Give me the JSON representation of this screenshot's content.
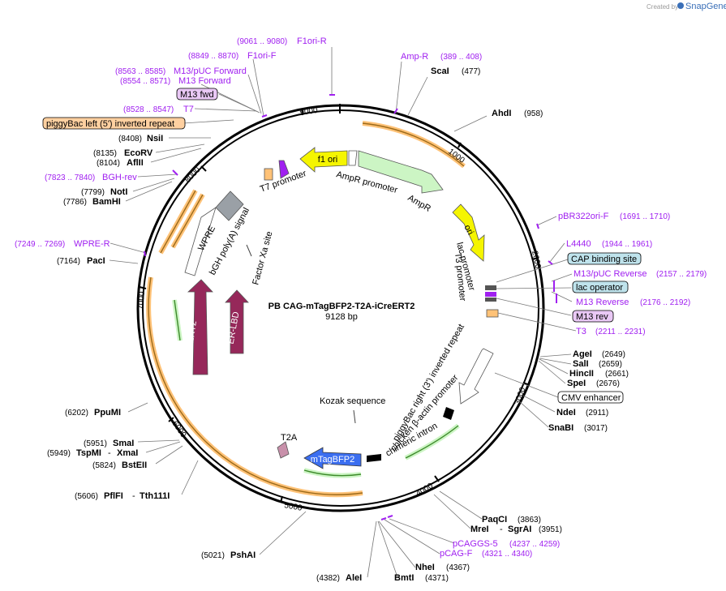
{
  "credit": {
    "prefix": "Created by",
    "brand": "SnapGene"
  },
  "plasmid": {
    "name": "PB CAG-mTagBFP2-T2A-iCreERT2",
    "size": "9128 bp"
  },
  "ticks": [
    "1000",
    "2000",
    "3000",
    "4000",
    "5000",
    "6000",
    "7000",
    "8000",
    "9000"
  ],
  "features": {
    "f1ori": "f1 ori",
    "ampr_promoter": "AmpR promoter",
    "ampr": "AmpR",
    "ori": "ori",
    "lac_promoter": "lac promoter",
    "t3_promoter": "T3 promoter",
    "piggybac_right": "piggyBac right (3') inverted repeat",
    "chicken_bactin": "chicken β-actin promoter",
    "chimeric_intron": "chimeric intron",
    "kozak": "Kozak sequence",
    "mtagbfp2": "mTagBFP2",
    "t2a": "T2A",
    "ert2": "ERT2",
    "er_lbd": "ER-LBD",
    "factor_xa": "Factor Xa site",
    "bgh_polya": "bGH poly(A) signal",
    "wpre": "WPRE",
    "t7_promoter": "T7 promoter",
    "cmv_enhancer": "CMV enhancer",
    "cap_binding": "CAP binding site",
    "lac_operator": "lac operator",
    "m13_rev": "M13 rev",
    "m13_fwd": "M13 fwd",
    "piggybac_left": "piggyBac left (5') inverted repeat"
  },
  "primers": {
    "f1ori_r": {
      "name": "F1ori-R",
      "range": "(9061 .. 9080)"
    },
    "f1ori_f": {
      "name": "F1ori-F",
      "range": "(8849 .. 8870)"
    },
    "m13puc_fwd": {
      "name": "M13/pUC Forward",
      "range": "(8563 .. 8585)"
    },
    "m13_forward": {
      "name": "M13 Forward",
      "range": "(8554 .. 8571)"
    },
    "t7": {
      "name": "T7",
      "range": "(8528 .. 8547)"
    },
    "amp_r": {
      "name": "Amp-R",
      "range": "(389 .. 408)"
    },
    "pbr322": {
      "name": "pBR322ori-F",
      "range": "(1691 .. 1710)"
    },
    "l4440": {
      "name": "L4440",
      "range": "(1944 .. 1961)"
    },
    "m13puc_rev": {
      "name": "M13/pUC Reverse",
      "range": "(2157 .. 2179)"
    },
    "m13_reverse": {
      "name": "M13 Reverse",
      "range": "(2176 .. 2192)"
    },
    "t3": {
      "name": "T3",
      "range": "(2211 .. 2231)"
    },
    "bgh_rev": {
      "name": "BGH-rev",
      "range": "(7823 .. 7840)"
    },
    "wpre_r": {
      "name": "WPRE-R",
      "range": "(7249 .. 7269)"
    },
    "pcaggs5": {
      "name": "pCAGGS-5",
      "range": "(4237 .. 4259)"
    },
    "pcag_f": {
      "name": "pCAG-F",
      "range": "(4321 .. 4340)"
    }
  },
  "sites": {
    "scai": {
      "name": "ScaI",
      "pos": "(477)"
    },
    "ahdi": {
      "name": "AhdI",
      "pos": "(958)"
    },
    "agei": {
      "name": "AgeI",
      "pos": "(2649)"
    },
    "sali": {
      "name": "SalI",
      "pos": "(2659)"
    },
    "hincii": {
      "name": "HincII",
      "pos": "(2661)"
    },
    "spei": {
      "name": "SpeI",
      "pos": "(2676)"
    },
    "ndei": {
      "name": "NdeI",
      "pos": "(2911)"
    },
    "snabi": {
      "name": "SnaBI",
      "pos": "(3017)"
    },
    "paqci": {
      "name": "PaqCI",
      "pos": "(3863)"
    },
    "mrei": {
      "name": "MreI",
      "pos": ""
    },
    "sgrai": {
      "name": "SgrAI",
      "pos": "(3951)"
    },
    "nhei": {
      "name": "NheI",
      "pos": "(4367)"
    },
    "bmti": {
      "name": "BmtI",
      "pos": "(4371)"
    },
    "alei": {
      "name": "AleI",
      "pos": "(4382)"
    },
    "pshai": {
      "name": "PshAI",
      "pos": "(5021)"
    },
    "pflfi": {
      "name": "PflFI",
      "pos": "(5606)"
    },
    "tth111i": {
      "name": "Tth111I",
      "pos": ""
    },
    "bsteii": {
      "name": "BstEII",
      "pos": "(5824)"
    },
    "tspmi": {
      "name": "TspMI",
      "pos": "(5949)"
    },
    "xmai": {
      "name": "XmaI",
      "pos": ""
    },
    "smai": {
      "name": "SmaI",
      "pos": "(5951)"
    },
    "ppumi": {
      "name": "PpuMI",
      "pos": "(6202)"
    },
    "paci": {
      "name": "PacI",
      "pos": "(7164)"
    },
    "bamhi": {
      "name": "BamHI",
      "pos": "(7786)"
    },
    "noti": {
      "name": "NotI",
      "pos": "(7799)"
    },
    "aflii": {
      "name": "AflII",
      "pos": "(8104)"
    },
    "ecorv": {
      "name": "EcoRV",
      "pos": "(8135)"
    },
    "nsii": {
      "name": "NsiI",
      "pos": "(8408)"
    }
  },
  "colors": {
    "ring": "#000000",
    "primer": "#a020f0",
    "f1ori": "#f5f500",
    "ori": "#f5f500",
    "ampr": "#ccf5c4",
    "promoter_outline": "#ffffff",
    "mtagbfp2": "#3b6ef0",
    "ert2": "#96285a",
    "t2a": "#c890aa",
    "cmv": "#e8e8e8",
    "orange_highlight": "#ffc277",
    "green_arrow": "#6ab04c",
    "cap_box": "#bfe3ec",
    "m13_box": "#e9c8f5",
    "piggybac_box": "#ffd0a0",
    "lac_box": "#f5c09a"
  }
}
